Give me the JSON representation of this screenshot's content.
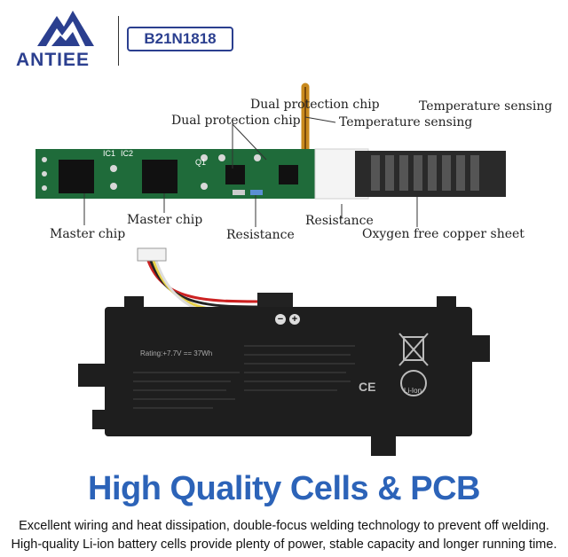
{
  "brand": {
    "name": "ANTIEE",
    "model": "B21N1818"
  },
  "pcb_labels": {
    "dual_protection_chip_1": "Dual protection chip",
    "dual_protection_chip_2": "Dual protection chip",
    "temperature_sensing_1": "Temperature sensing",
    "temperature_sensing_2": "Temperature sensing",
    "master_chip_1": "Master chip",
    "master_chip_2": "Master chip",
    "resistance_1": "Resistance",
    "resistance_2": "Resistance",
    "oxygen_free_copper": "Oxygen free copper sheet",
    "board_marks": [
      "IC1",
      "IC2",
      "Q1"
    ]
  },
  "battery": {
    "rating": "Rating:+7.7V == 37Wh",
    "polarity_minus": "−",
    "polarity_plus": "+",
    "li_ion": "Li-Ion",
    "ce_mark": "CE"
  },
  "headline": "High Quality Cells & PCB",
  "description": {
    "line1": "Excellent wiring and heat dissipation, double-focus welding technology to prevent off welding.",
    "line2": "High-quality Li-ion battery cells provide plenty of power, stable capacity and longer running time."
  },
  "colors": {
    "brand_blue": "#2b3f8f",
    "headline_blue": "#2c63b8",
    "pcb_green": "#1f6b3a",
    "battery_black": "#1e1e1e"
  }
}
